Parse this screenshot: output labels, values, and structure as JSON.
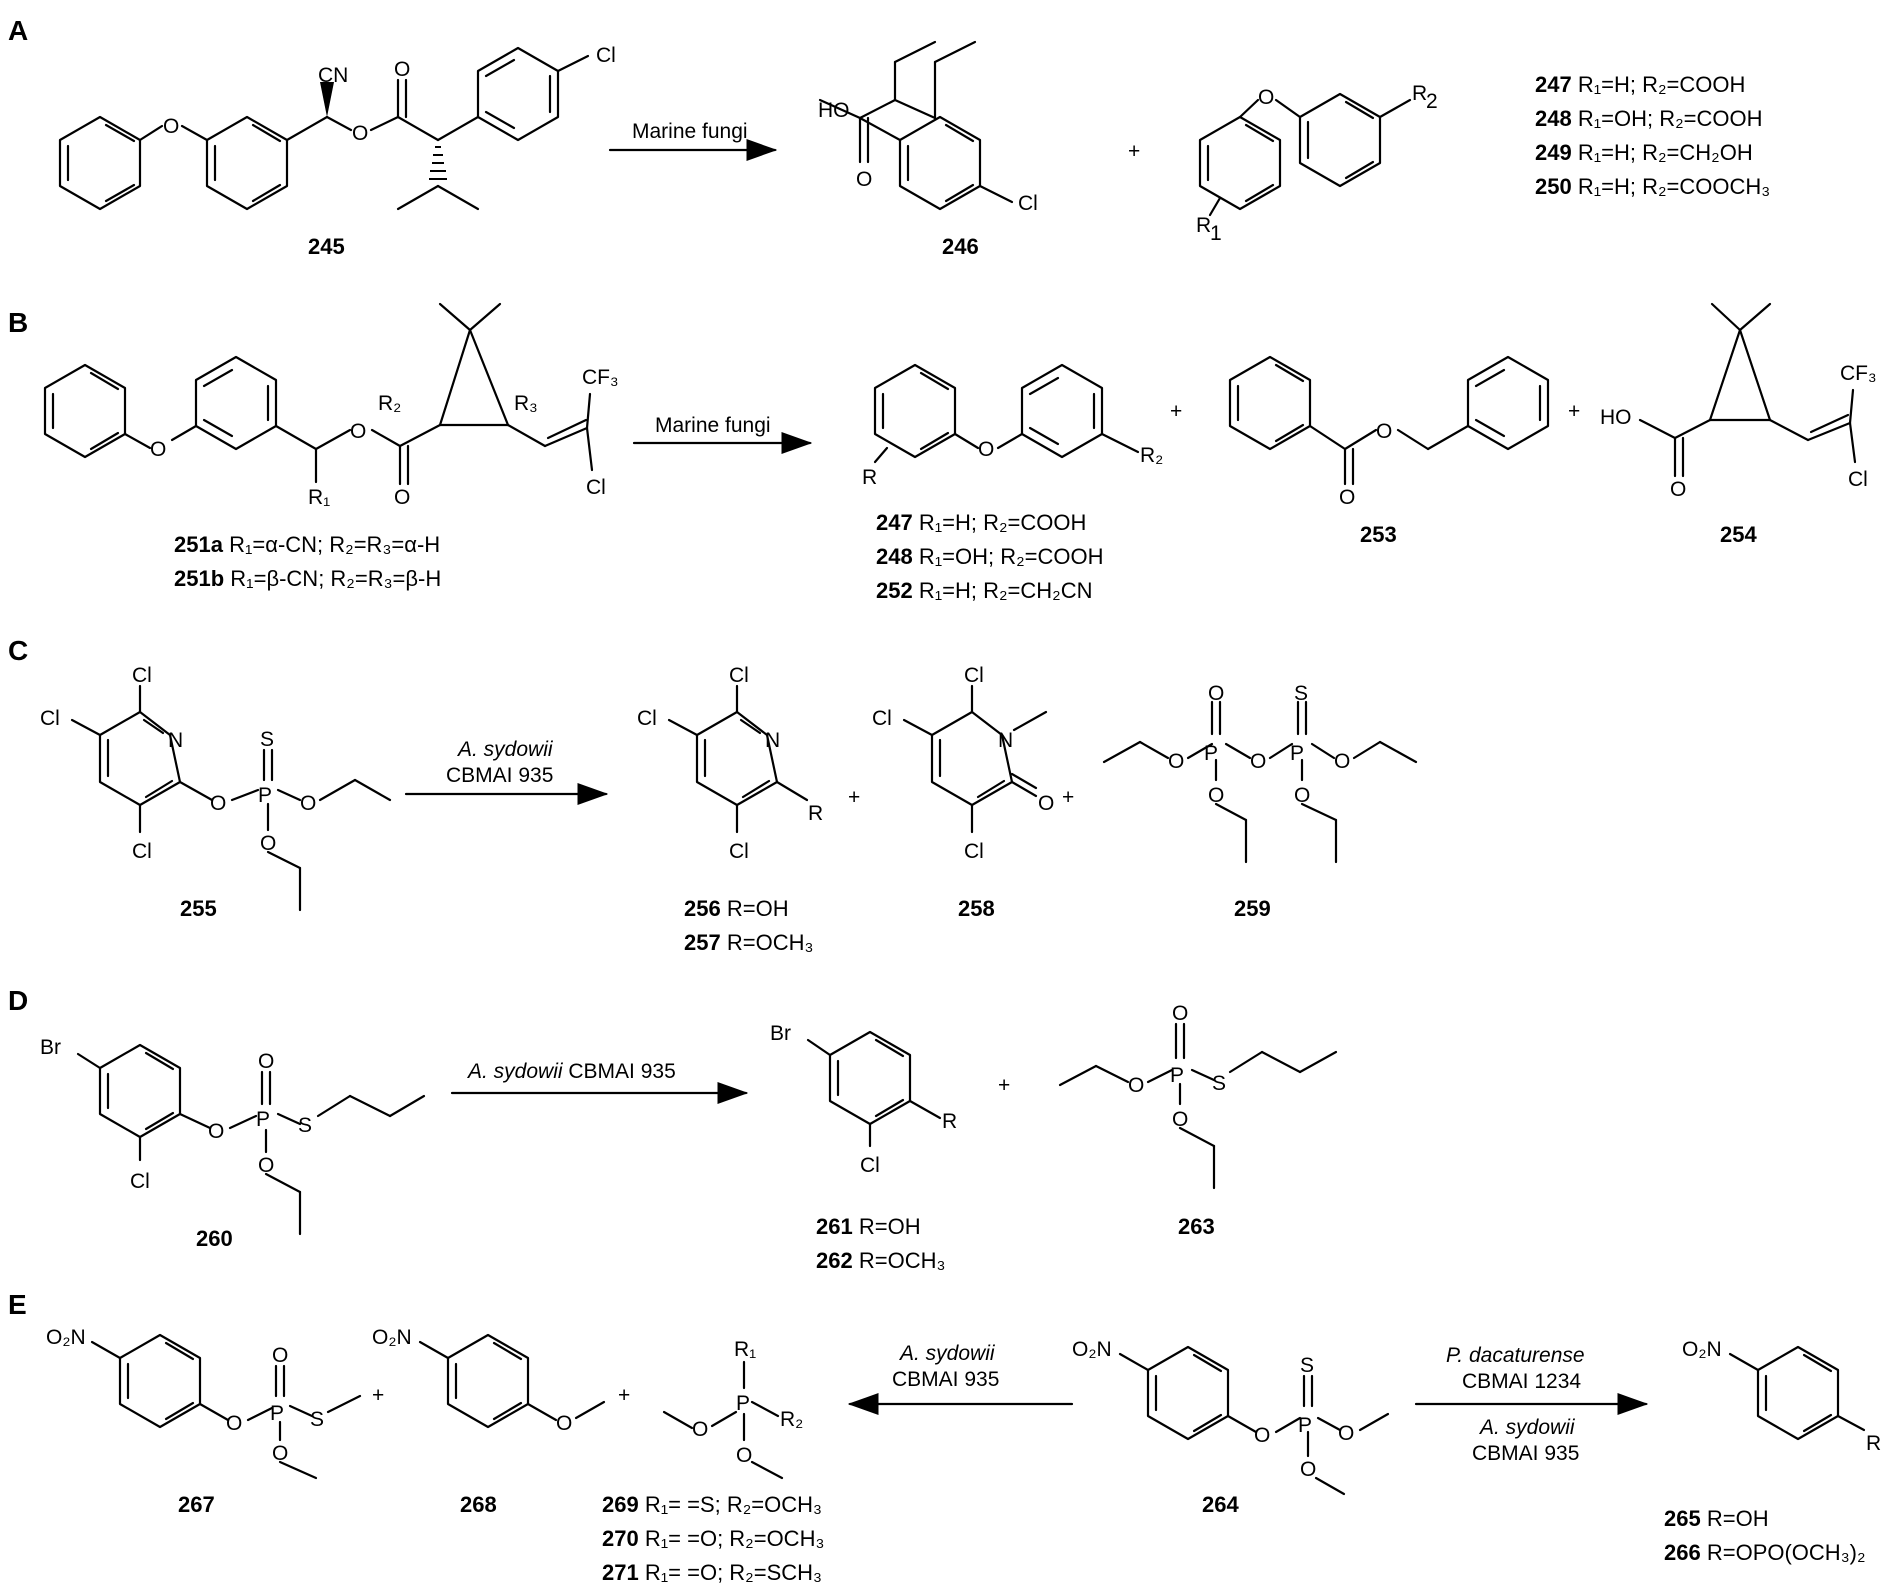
{
  "panels": {
    "A": {
      "letter": "A",
      "reagent": "Marine fungi",
      "compounds": {
        "c245": "245",
        "c246": "246"
      },
      "atoms": {
        "cn": "CN",
        "cl_top": "Cl",
        "o_ether": "O",
        "o_ester": "O",
        "o_carbonyl": "O",
        "ho": "HO",
        "o_acid": "O",
        "cl_246": "Cl",
        "o_diaryl": "O",
        "r1": "R",
        "r1_sub": "1",
        "r2": "R",
        "r2_sub": "2"
      },
      "series": [
        {
          "num": "247",
          "text": "R₁=H; R₂=COOH"
        },
        {
          "num": "248",
          "text": "R₁=OH; R₂=COOH"
        },
        {
          "num": "249",
          "text": "R₁=H; R₂=CH₂OH"
        },
        {
          "num": "250",
          "text": "R₁=H; R₂=COOCH₃"
        }
      ]
    },
    "B": {
      "letter": "B",
      "reagent": "Marine fungi",
      "atoms": {
        "o1": "O",
        "r1": "R₁",
        "o_ester": "O",
        "o_carb": "O",
        "r2": "R₂",
        "r3": "R₃",
        "cf3": "CF₃",
        "cl": "Cl",
        "o_prod": "O",
        "r": "R",
        "r2p": "R₂",
        "o_253a": "O",
        "o_253b": "O",
        "ho_254": "HO",
        "o_254": "O",
        "cf3_254": "CF₃",
        "cl_254": "Cl"
      },
      "s251a": {
        "num": "251a",
        "text": "R₁=α-CN; R₂=R₃=α-H"
      },
      "s251b": {
        "num": "251b",
        "text": "R₁=β-CN; R₂=R₃=β-H"
      },
      "series": [
        {
          "num": "247",
          "text": "R₁=H; R₂=COOH"
        },
        {
          "num": "248",
          "text": "R₁=OH; R₂=COOH"
        },
        {
          "num": "252",
          "text": "R₁=H; R₂=CH₂CN"
        }
      ],
      "c253": "253",
      "c254": "254"
    },
    "C": {
      "letter": "C",
      "reagent_italic": "A. sydowii",
      "reagent_strain": "CBMAI 935",
      "atoms": {
        "cl1": "Cl",
        "cl2": "Cl",
        "cl3": "Cl",
        "n": "N",
        "o1": "O",
        "p": "P",
        "s": "S",
        "o2": "O",
        "o3": "O",
        "cl4": "Cl",
        "cl5": "Cl",
        "cl6": "Cl",
        "n2": "N",
        "r": "R",
        "cl7": "Cl",
        "cl8": "Cl",
        "cl9": "Cl",
        "n3": "N",
        "o4": "O",
        "po1": "O",
        "p1": "P",
        "s2": "S",
        "po2": "O",
        "po3": "O",
        "p2": "P",
        "po4": "O",
        "po5": "O",
        "po6": "O"
      },
      "c255": "255",
      "c258": "258",
      "c259": "259",
      "series": [
        {
          "num": "256",
          "text": "R=OH"
        },
        {
          "num": "257",
          "text": "R=OCH₃"
        }
      ]
    },
    "D": {
      "letter": "D",
      "reagent_italic": "A. sydowii",
      "reagent_strain": "CBMAI 935",
      "atoms": {
        "br": "Br",
        "cl": "Cl",
        "o1": "O",
        "p": "P",
        "o2": "O",
        "s": "S",
        "o3": "O",
        "br2": "Br",
        "cl2": "Cl",
        "r": "R",
        "o4": "O",
        "p2": "P",
        "o5": "O",
        "s2": "S",
        "o6": "O"
      },
      "c260": "260",
      "c263": "263",
      "series": [
        {
          "num": "261",
          "text": "R=OH"
        },
        {
          "num": "262",
          "text": "R=OCH₃"
        }
      ]
    },
    "E": {
      "letter": "E",
      "reagent_left_italic": "A. sydowii",
      "reagent_left_strain": "CBMAI 935",
      "reagent_right_italic1": "P. dacaturense",
      "reagent_right_strain1": "CBMAI 1234",
      "reagent_right_italic2": "A. sydowii",
      "reagent_right_strain2": "CBMAI 935",
      "atoms": {
        "no2_267": "O₂N",
        "o_267a": "O",
        "p_267": "P",
        "o_267b": "O",
        "s_267": "S",
        "o_267c": "O",
        "no2_268": "O₂N",
        "o_268": "O",
        "r1_269": "R₁",
        "p_269": "P",
        "o_269a": "O",
        "r2_269": "R₂",
        "o_269b": "O",
        "no2_264": "O₂N",
        "o_264a": "O",
        "p_264": "P",
        "s_264": "S",
        "o_264b": "O",
        "o_264c": "O",
        "no2_265": "O₂N",
        "r_265": "R"
      },
      "c267": "267",
      "c268": "268",
      "c264": "264",
      "s269": [
        {
          "num": "269",
          "text": "R₁= =S; R₂=OCH₃"
        },
        {
          "num": "270",
          "text": "R₁= =O; R₂=OCH₃"
        },
        {
          "num": "271",
          "text": "R₁= =O; R₂=SCH₃"
        }
      ],
      "s265": [
        {
          "num": "265",
          "text": "R=OH"
        },
        {
          "num": "266",
          "text": "R=OPO(OCH₃)₂"
        }
      ]
    }
  }
}
